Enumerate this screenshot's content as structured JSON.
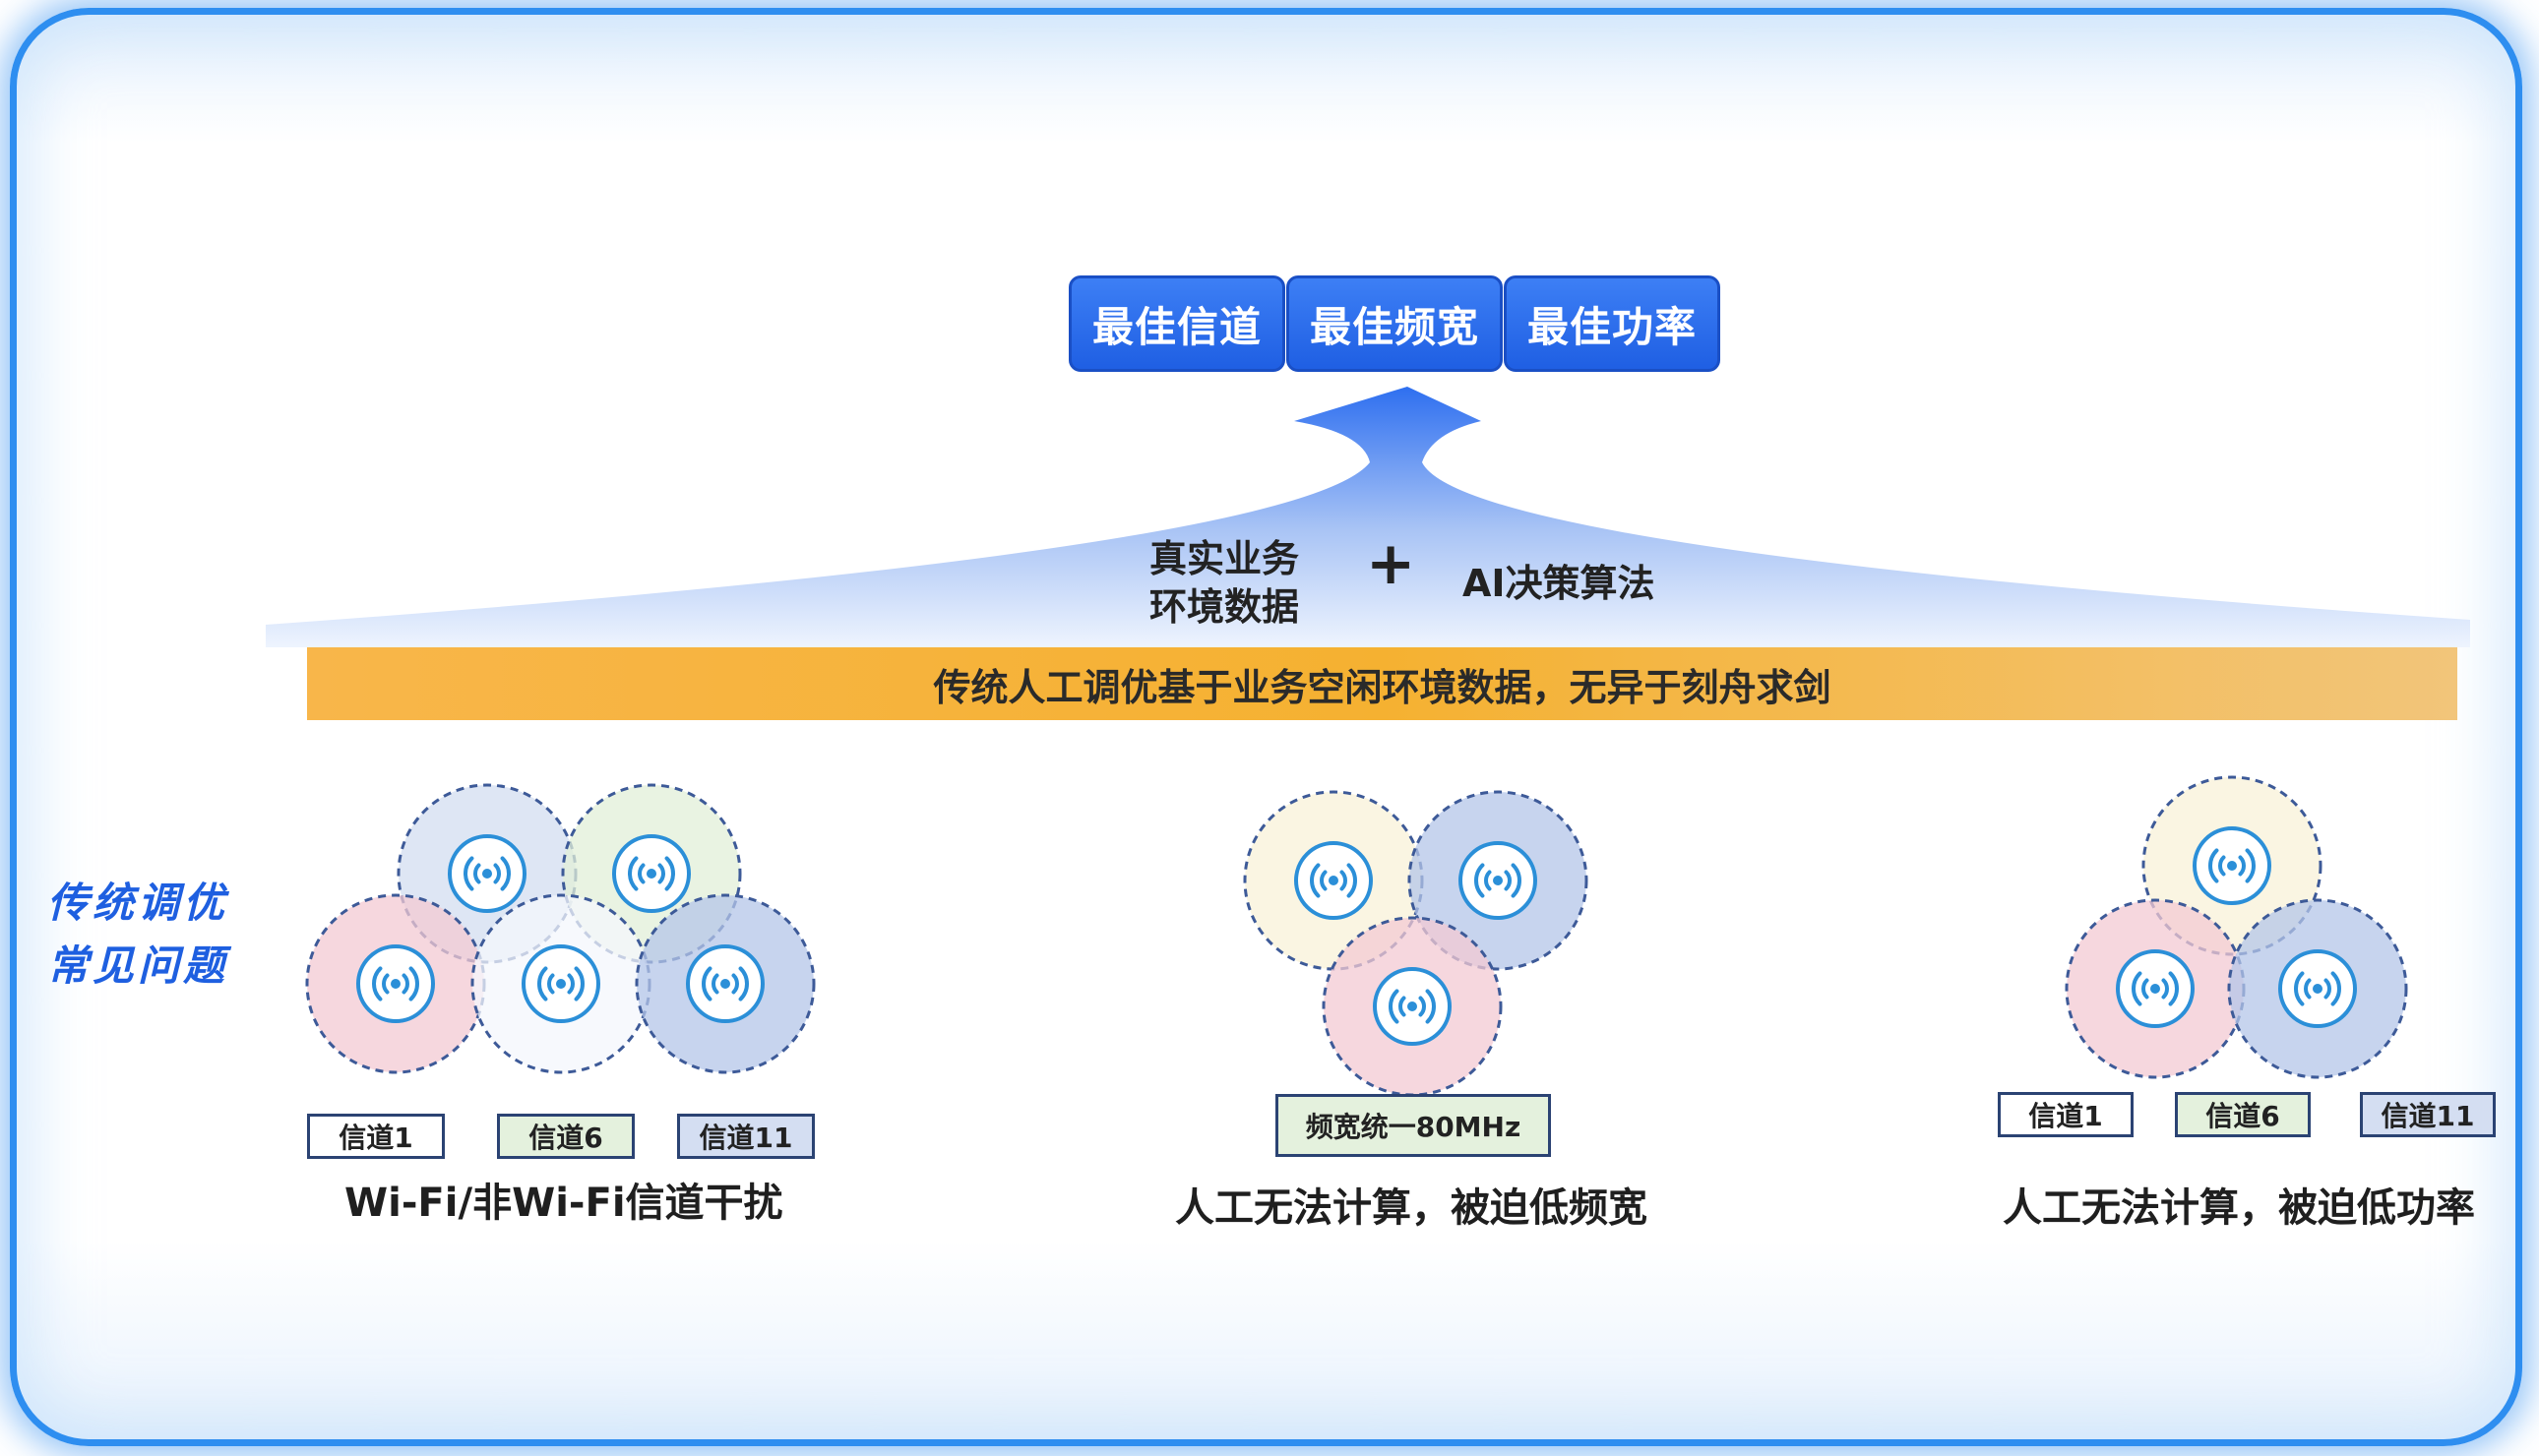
{
  "top_boxes": [
    "最佳信道",
    "最佳频宽",
    "最佳功率"
  ],
  "inputs": {
    "data_line1": "真实业务",
    "data_line2": "环境数据",
    "plus": "+",
    "algo": "AI决策算法"
  },
  "banner": "传统人工调优基于业务空闲环境数据，无异于刻舟求剑",
  "side_label": {
    "line1": "传统调优",
    "line2": "常见问题"
  },
  "scenarios": [
    {
      "tags": [
        "信道1",
        "信道6",
        "信道11"
      ],
      "caption": "Wi-Fi/非Wi-Fi信道干扰"
    },
    {
      "tags": [
        "频宽统一80MHz"
      ],
      "caption": "人工无法计算，被迫低频宽"
    },
    {
      "tags": [
        "信道1",
        "信道6",
        "信道11"
      ],
      "caption": "人工无法计算，被迫低功率"
    }
  ],
  "icons": {
    "ap": "wifi-ap-icon"
  },
  "colors": {
    "blue": "#1f5fe3",
    "orange": "#f5b131",
    "frame": "#2e8ef0",
    "ap_ring": "#2b8fd8"
  }
}
